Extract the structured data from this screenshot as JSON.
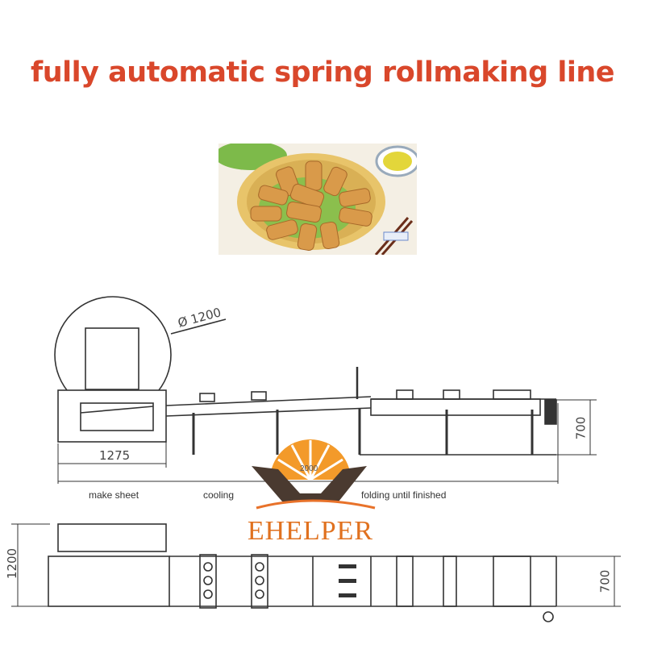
{
  "title": "fully automatic spring rollmaking line",
  "photo": {
    "alt": "plate of fried spring rolls on lettuce with dipping sauce and chopsticks"
  },
  "side_view": {
    "dimensions": {
      "drum_diameter": "Ø 1200",
      "sheet_unit_length": "1275",
      "height": "700"
    },
    "stage_labels": [
      "make sheet",
      "cooling",
      "folding until finished"
    ]
  },
  "top_view": {
    "dimensions": {
      "width": "1200",
      "conveyor_width": "700"
    }
  },
  "logo": {
    "year": "2000",
    "brand": "EHELPER"
  },
  "colors": {
    "title": "#d9472b",
    "brand": "#e0711f",
    "line": "#333333"
  }
}
